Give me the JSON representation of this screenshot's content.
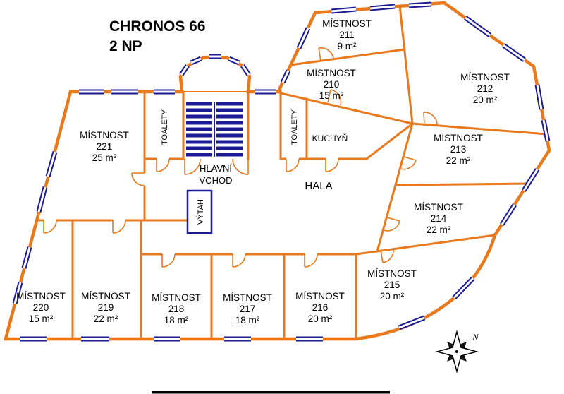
{
  "title": {
    "project": "CHRONOS 66",
    "floor": "2 NP"
  },
  "colors": {
    "wall_orange": "#E8791D",
    "window_blue": "#1B1B96",
    "text_black": "#000000"
  },
  "rooms": [
    {
      "label": "MÍSTNOST",
      "number": "210",
      "area": "15 m²"
    },
    {
      "label": "MÍSTNOST",
      "number": "211",
      "area": "9 m²"
    },
    {
      "label": "MÍSTNOST",
      "number": "212",
      "area": "20 m²"
    },
    {
      "label": "MÍSTNOST",
      "number": "213",
      "area": "22 m²"
    },
    {
      "label": "MÍSTNOST",
      "number": "214",
      "area": "22 m²"
    },
    {
      "label": "MÍSTNOST",
      "number": "215",
      "area": "20 m²"
    },
    {
      "label": "MÍSTNOST",
      "number": "216",
      "area": "20 m²"
    },
    {
      "label": "MÍSTNOST",
      "number": "217",
      "area": "18 m²"
    },
    {
      "label": "MÍSTNOST",
      "number": "218",
      "area": "18 m²"
    },
    {
      "label": "MÍSTNOST",
      "number": "219",
      "area": "22 m²"
    },
    {
      "label": "MÍSTNOST",
      "number": "220",
      "area": "15 m²"
    },
    {
      "label": "MÍSTNOST",
      "number": "221",
      "area": "25 m²"
    }
  ],
  "spaces": {
    "hall": "HALA",
    "entrance_line1": "HLAVNÍ",
    "entrance_line2": "VCHOD",
    "elevator": "VÝTAH",
    "toilets_left": "TOALETY",
    "toilets_right": "TOALETY",
    "kitchen": "KUCHYŇ"
  },
  "compass": {
    "north_label": "N"
  }
}
